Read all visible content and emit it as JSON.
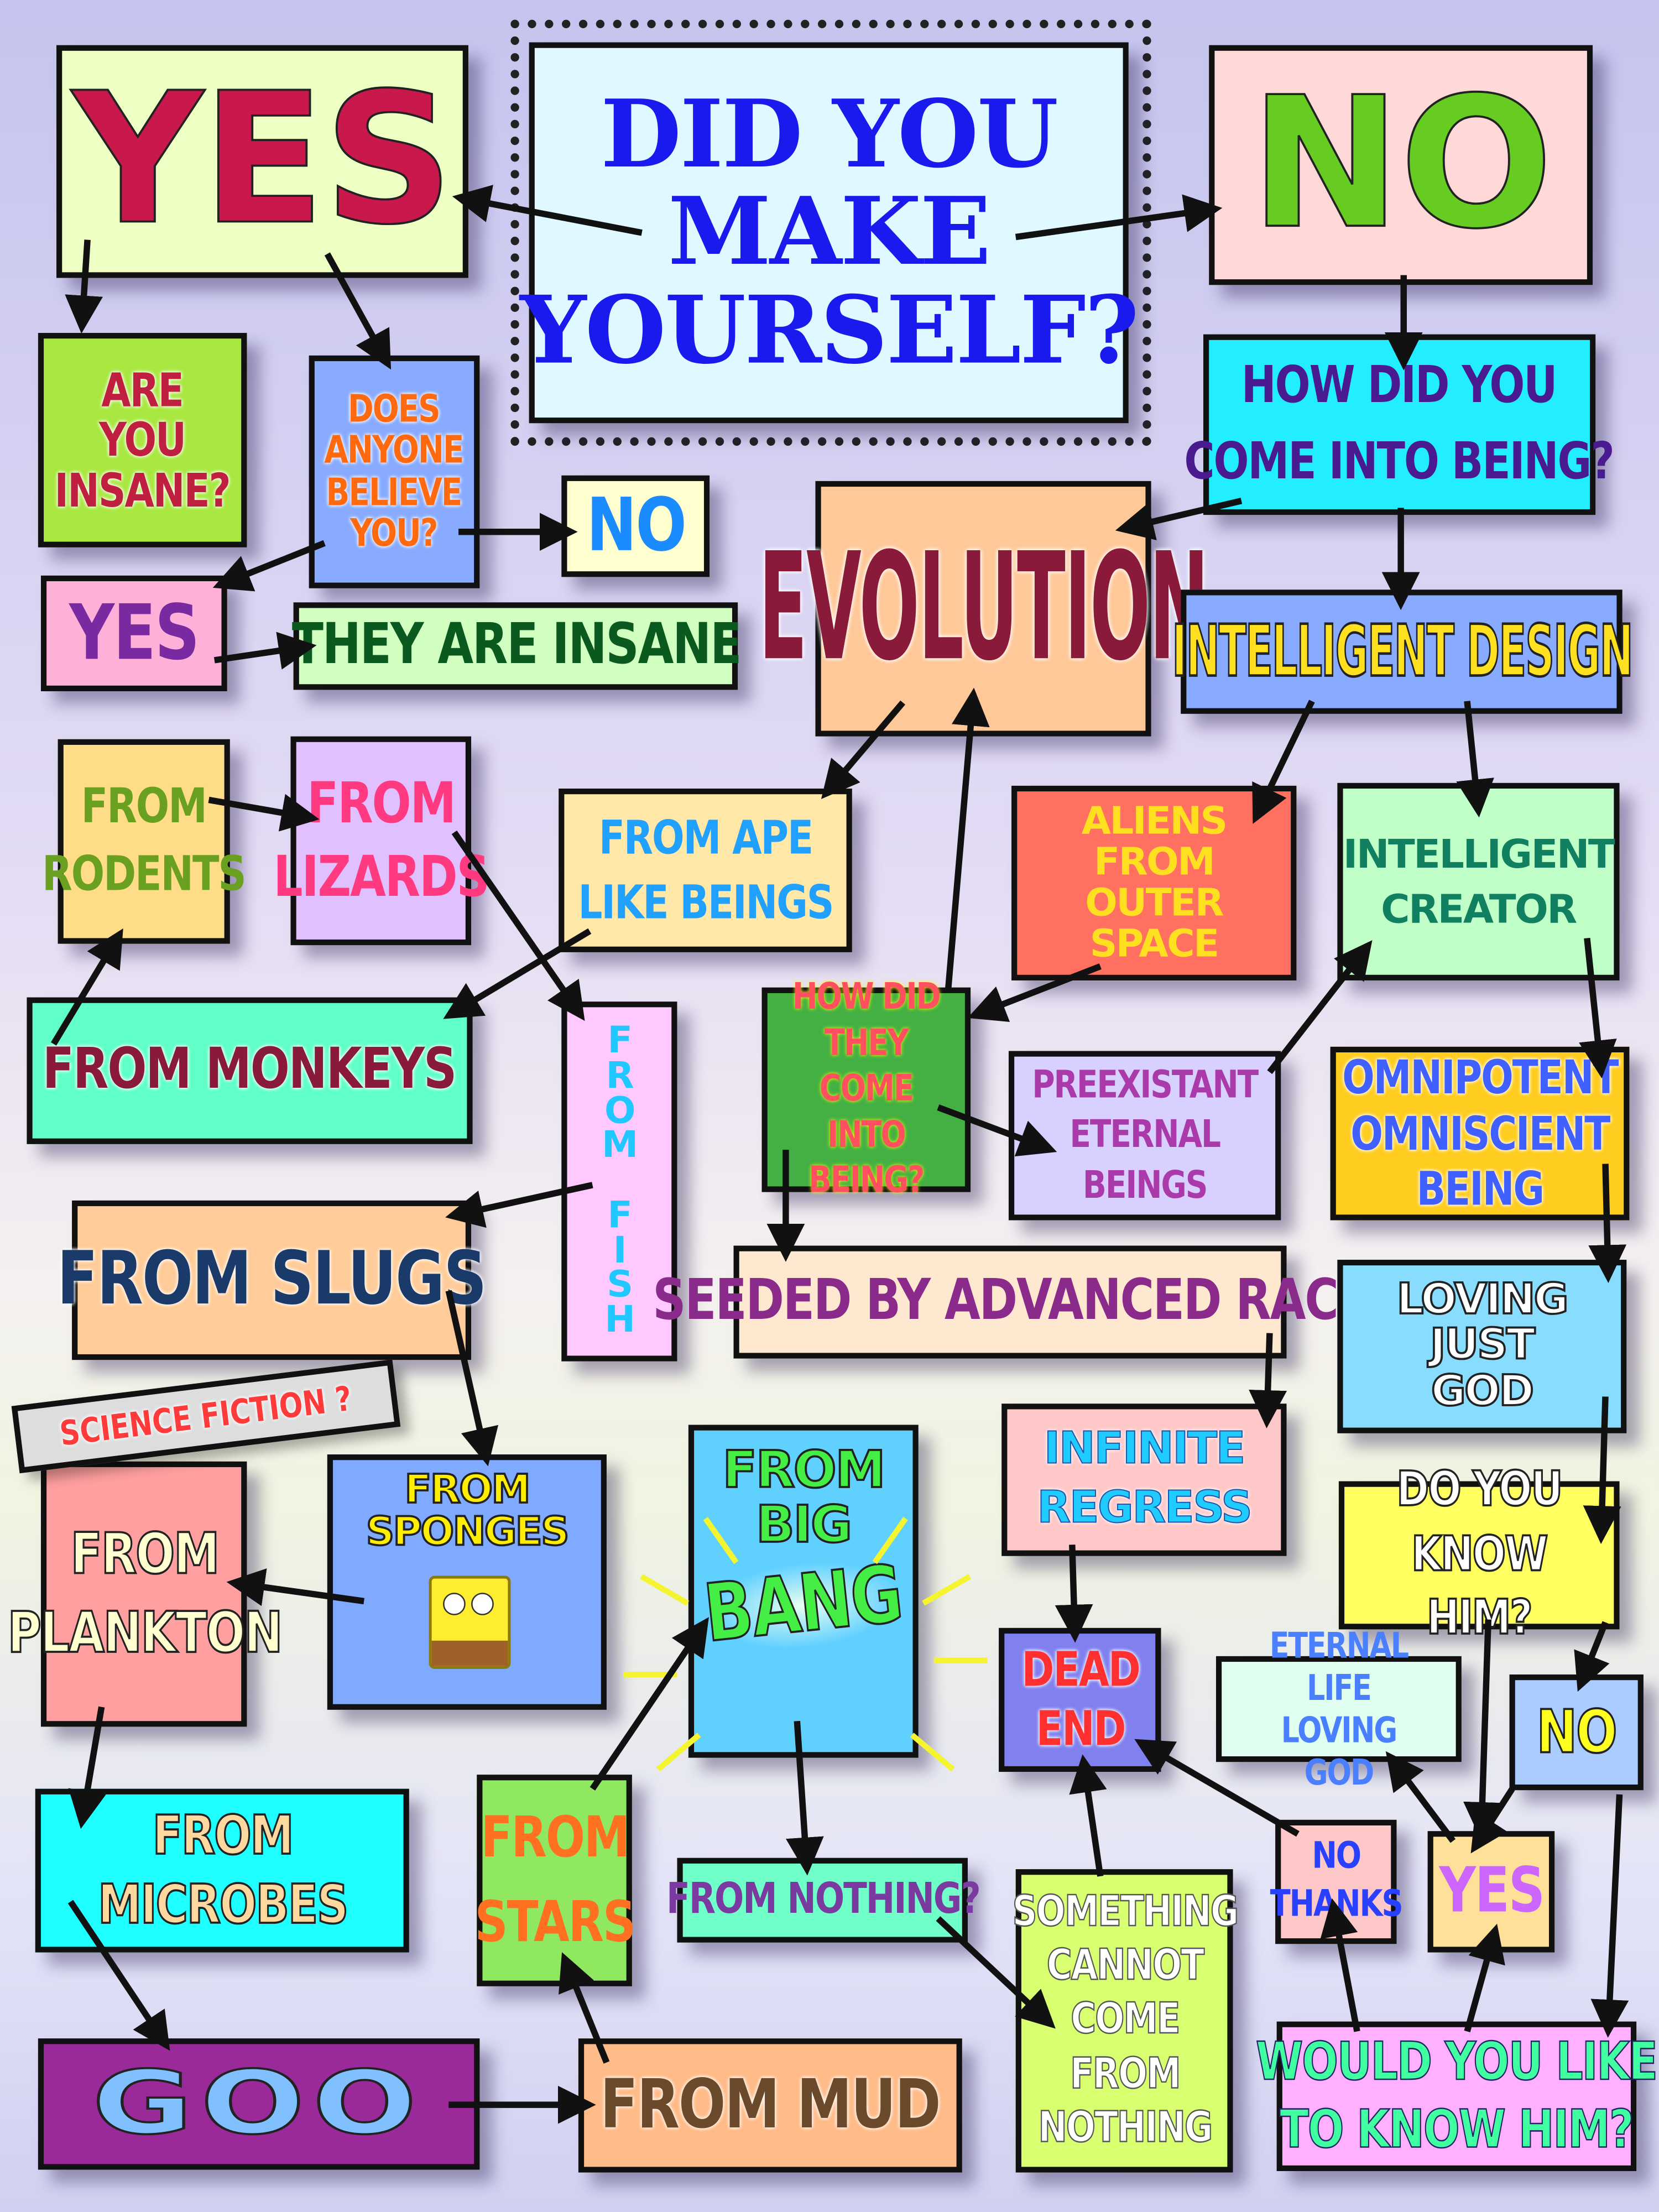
{
  "title": "DID YOU\nMAKE\nYOURSELF?",
  "nodes": {
    "yes_top": "YES",
    "no_top": "NO",
    "are_you_insane": "ARE\nYOU\nINSANE?",
    "does_anyone": "DOES\nANYONE\nBELIEVE\nYOU?",
    "no_small": "NO",
    "yes_small": "YES",
    "they_are_insane": "THEY ARE INSANE",
    "how_did_you": "HOW DID YOU\nCOME INTO BEING?",
    "evolution": "EVOLUTION",
    "intelligent_design": "INTELLIGENT DESIGN",
    "from_rodents": "FROM\nRODENTS",
    "from_lizards": "FROM\nLIZARDS",
    "from_ape": "FROM APE\nLIKE BEINGS",
    "aliens": "ALIENS\nFROM\nOUTER\nSPACE",
    "intelligent_creator": "INTELLIGENT\nCREATOR",
    "from_monkeys": "FROM MONKEYS",
    "from_fish": "F\nR\nO\nM\n\nF\nI\nS\nH",
    "how_did_they": "HOW DID\nTHEY COME\nINTO\nBEING?",
    "preexistant": "PREEXISTANT\nETERNAL\nBEINGS",
    "omnipotent": "OMNIPOTENT\nOMNISCIENT\nBEING",
    "from_slugs": "FROM SLUGS",
    "seeded": "SEEDED BY ADVANCED RACE",
    "loving_just_god": "LOVING\nJUST\nGOD",
    "science_fiction": "SCIENCE FICTION ?",
    "from_plankton": "FROM\nPLANKTON",
    "from_sponges": "FROM\nSPONGES",
    "from_big": "FROM\nBIG",
    "bang": "BANG",
    "infinite_regress": "INFINITE\nREGRESS",
    "do_you_know": "DO YOU\nKNOW HIM?",
    "dead_end": "DEAD\nEND",
    "eternal_life": "ETERNAL LIFE\nLOVING GOD",
    "no_right": "NO",
    "from_microbes": "FROM\nMICROBES",
    "from_stars": "FROM\nSTARS",
    "from_nothing": "FROM NOTHING?",
    "something_cannot": "SOMETHING\nCANNOT\nCOME\nFROM\nNOTHING",
    "no_thanks": "NO\nTHANKS",
    "yes_bottom": "YES",
    "goo": "GOO",
    "from_mud": "FROM MUD",
    "would_you_like": "WOULD YOU LIKE\nTO KNOW HIM?"
  }
}
